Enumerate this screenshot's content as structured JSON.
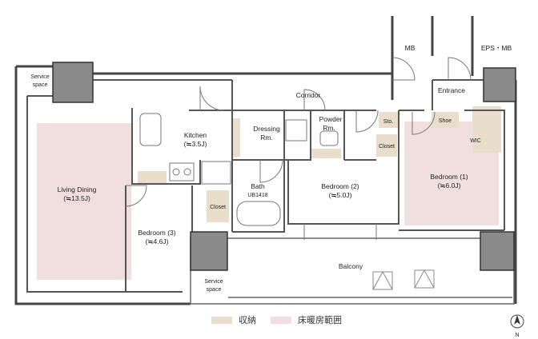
{
  "colors": {
    "storage": "#e9decb",
    "floor_heating": "#f1dede",
    "wall": "#444444",
    "pillar": "#8a8a8a"
  },
  "rooms": {
    "living": {
      "name": "Living Dining",
      "size": "(≒13.5J)"
    },
    "kitchen": {
      "name": "Kitchen",
      "size": "(≒3.5J)"
    },
    "bedroom1": {
      "name": "Bedroom (1)",
      "size": "(≒6.0J)"
    },
    "bedroom2": {
      "name": "Bedroom (2)",
      "size": "(≒5.0J)"
    },
    "bedroom3": {
      "name": "Bedroom (3)",
      "size": "(≒4.6J)"
    },
    "dressing": {
      "line1": "Dressing",
      "line2": "Rm."
    },
    "powder": {
      "line1": "Powder",
      "line2": "Rm."
    },
    "bath": {
      "name": "Bath",
      "model": "UB1418"
    },
    "corridor": "Corridor",
    "entrance": "Entrance",
    "balcony": "Balcony",
    "mb": "MB",
    "eps_mb": "EPS・MB",
    "service_top": {
      "line1": "Service",
      "line2": "space"
    },
    "service_bottom": {
      "line1": "Service",
      "line2": "space"
    },
    "closet_b3": "Closet",
    "closet_b2": "Closet",
    "sto": "Sto.",
    "shoe": "Shoe",
    "wic": "WIC"
  },
  "legend": {
    "storage": "収納",
    "floor_heating": "床暖房範囲"
  },
  "compass": "N"
}
